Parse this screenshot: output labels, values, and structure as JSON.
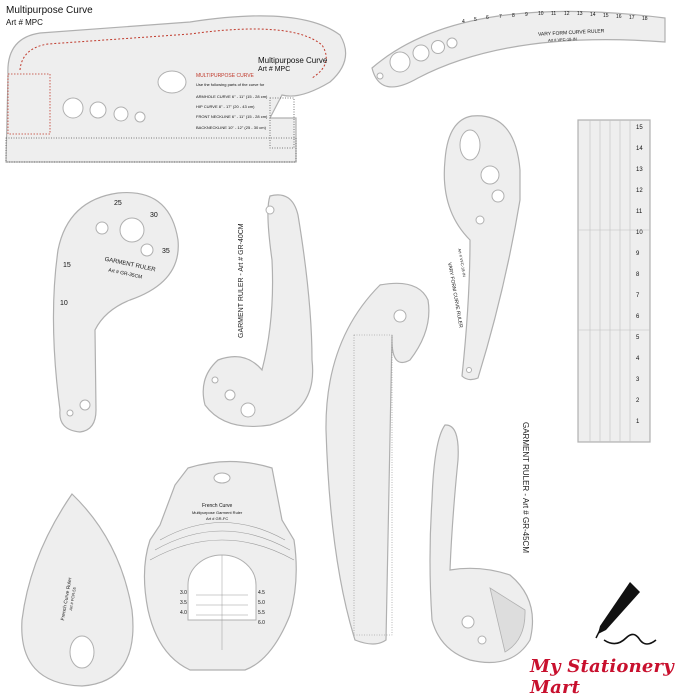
{
  "brand": {
    "name": "My Stationery Mart",
    "brand_color": "#c8102e",
    "icon": "fountain-pen-icon"
  },
  "product_image": {
    "background": "#ffffff",
    "ruler_fill": "#eeeeee",
    "ruler_stroke": "#b0b0b0",
    "grid_color": "#c0392b"
  },
  "rulers": {
    "multipurpose": {
      "title": "Multipurpose Curve",
      "art": "Art # MPC",
      "center_title": "Multipurpose Curve",
      "center_art": "Art # MPC",
      "panel_title": "MULTIPURPOSE CURVE",
      "panel_lines": [
        "Use the following parts of the curve for",
        "ARMHOLE CURVE  6\" - 11\" (15 - 28 cm)",
        "HIP CURVE  8\" - 17\" (20 - 43 cm)",
        "FRONT NECKLINE  6\" - 11\" (15 - 28 cm)",
        "BACKNECKLINE  10\" - 12\" (25 - 30 cm)"
      ]
    },
    "vary_form": {
      "name": "VARY FORM CURVE RULER",
      "art": "Art # VFC-18-IN",
      "ticks": [
        "4",
        "5",
        "6",
        "7",
        "8",
        "9",
        "10",
        "11",
        "12",
        "13",
        "14",
        "15",
        "16",
        "17",
        "18"
      ]
    },
    "vfc_vertical": {
      "name": "VARY FORM CURVE RULER",
      "art": "Art # VFC-18-IN"
    },
    "grid_ruler": {
      "ticks": [
        "15",
        "14",
        "13",
        "12",
        "11",
        "10",
        "9",
        "8",
        "7",
        "6",
        "5",
        "4",
        "3",
        "2",
        "1"
      ]
    },
    "gr35": {
      "name": "GARMENT RULER",
      "art": "Art # GR-35CM",
      "ticks": [
        "25",
        "30",
        "35",
        "15",
        "10"
      ]
    },
    "gr40": {
      "label": "GARMENT RULER - Art # GR-40CM"
    },
    "gr45": {
      "label": "GARMENT RULER - Art # GR-45CM"
    },
    "french_small": {
      "name": "French Curve Ruler",
      "art": "Art # FCR-55"
    },
    "french_curve": {
      "title": "French Curve",
      "subtitle": "Multipurpose Garment Ruler",
      "art": "Art # GR-FC",
      "scale_values": [
        "3.0",
        "3.5",
        "4.0",
        "4.5",
        "5.0",
        "5.5",
        "6.0"
      ]
    }
  }
}
